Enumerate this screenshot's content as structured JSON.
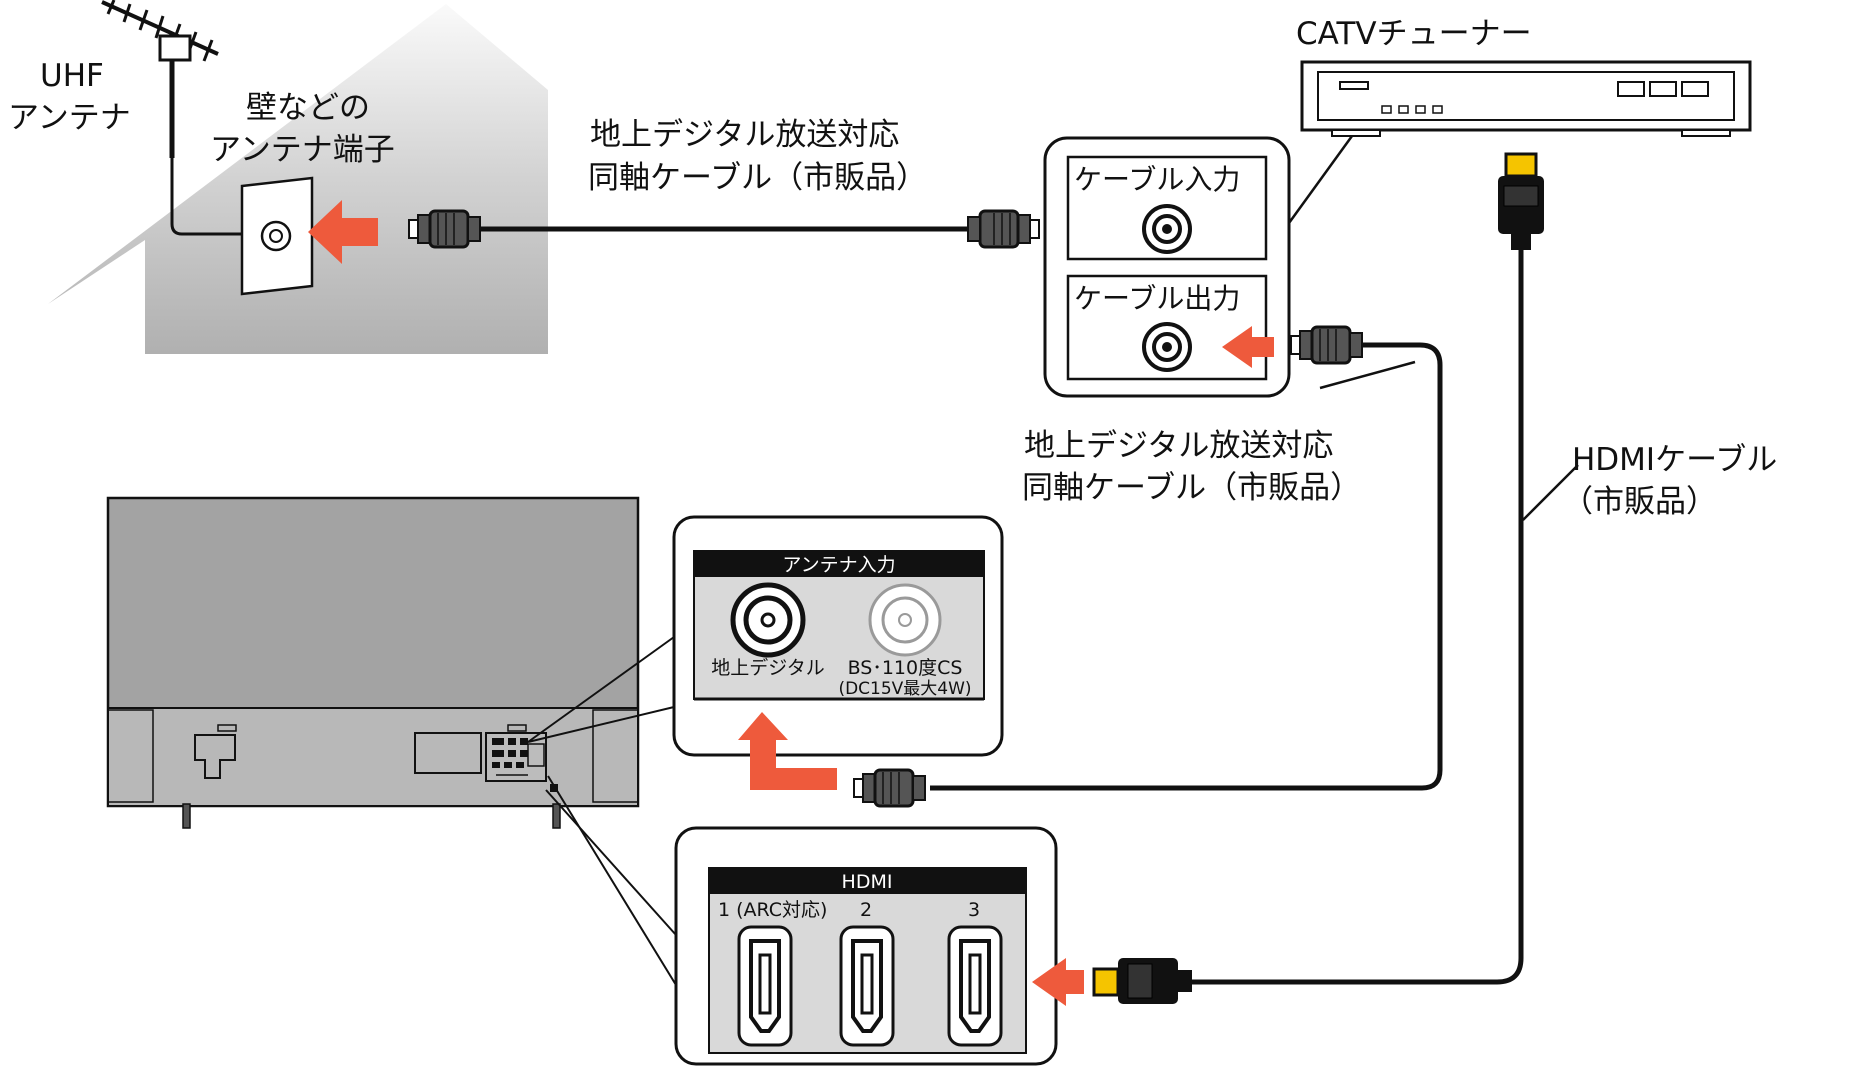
{
  "labels": {
    "uhf_antenna": [
      "UHF",
      "アンテナ"
    ],
    "wall_terminal": [
      "壁などの",
      "アンテナ端子"
    ],
    "coax_top": [
      "地上デジタル放送対応",
      "同軸ケーブル（市販品）"
    ],
    "coax_mid": [
      "地上デジタル放送対応",
      "同軸ケーブル（市販品）"
    ],
    "catv_tuner": "CATVチューナー",
    "hdmi_cable": [
      "HDMIケーブル",
      "（市販品）"
    ]
  },
  "tuner_panel": {
    "cable_in": "ケーブル入力",
    "cable_out": "ケーブル出力"
  },
  "antenna_panel": {
    "header": "アンテナ入力",
    "terrestrial": "地上デジタル",
    "bs_cs": [
      "BS･110度CS",
      "(DC15V最大4W)"
    ]
  },
  "hdmi_panel": {
    "header": "HDMI",
    "ports": [
      "1 (ARC対応)",
      "2",
      "3"
    ]
  },
  "colors": {
    "arrow": "#ee5a3c",
    "hdmi_plug": "#f5c400",
    "tv_body": "#a3a3a3",
    "panel_bg": "#d9d9d9",
    "header_bg": "#111111"
  },
  "icons": [
    "uhf-antenna-icon",
    "wall-terminal-icon",
    "catv-tuner-icon",
    "tv-back-icon",
    "coax-plug-icon",
    "hdmi-plug-icon",
    "arrow-icon"
  ]
}
